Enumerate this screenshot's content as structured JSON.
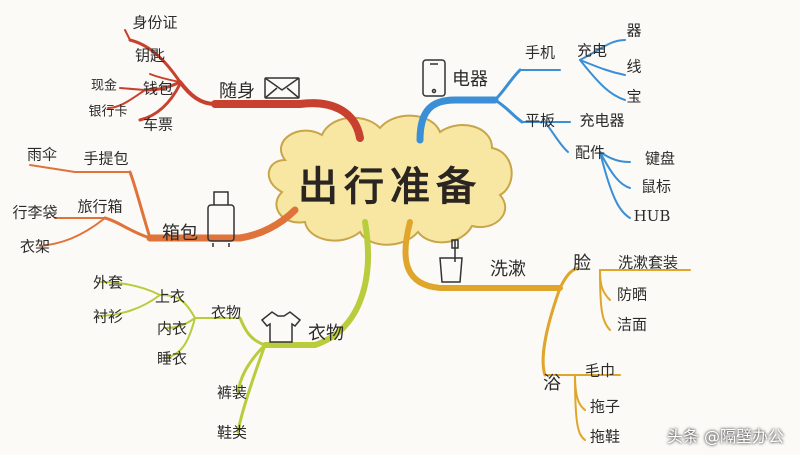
{
  "center": "出行准备",
  "branches": {
    "suishen": {
      "label": "随身",
      "items": [
        "身份证",
        "钥匙",
        "钱包",
        "车票"
      ],
      "wallet_items": [
        "现金",
        "银行卡"
      ]
    },
    "dianqi": {
      "label": "电器",
      "phone": "手机",
      "charge": "充电",
      "charge_items": [
        "器",
        "线",
        "宝"
      ],
      "tablet": "平板",
      "charger": "充电器",
      "accessories": "配件",
      "accessory_items": [
        "键盘",
        "鼠标",
        "HUB"
      ]
    },
    "xiangbao": {
      "label": "箱包",
      "handbag": "手提包",
      "umbrella": "雨伞",
      "suitcase": "旅行箱",
      "suitcase_items": [
        "行李袋",
        "衣架"
      ]
    },
    "xishu": {
      "label": "洗漱",
      "face": "脸",
      "face_set": "洗漱套装",
      "face_items": [
        "防晒",
        "洁面"
      ],
      "bath": "浴",
      "bath_items": [
        "毛巾",
        "拖子",
        "拖鞋"
      ]
    },
    "yiwu": {
      "label": "衣物",
      "clothes": "衣物",
      "tops": "上衣",
      "tops_items": [
        "外套",
        "衬衫"
      ],
      "underwear": "内衣",
      "pajamas": "睡衣",
      "pants": "裤装",
      "shoes": "鞋类"
    }
  },
  "watermark": "头条 @隔壁办公",
  "colors": {
    "red": "#c8412f",
    "blue": "#3a8fd6",
    "orange": "#e0733a",
    "gold": "#e0a52b",
    "green": "#b8cc3c",
    "cloud": "#f7e7a3",
    "ink": "#2b2b2b"
  }
}
